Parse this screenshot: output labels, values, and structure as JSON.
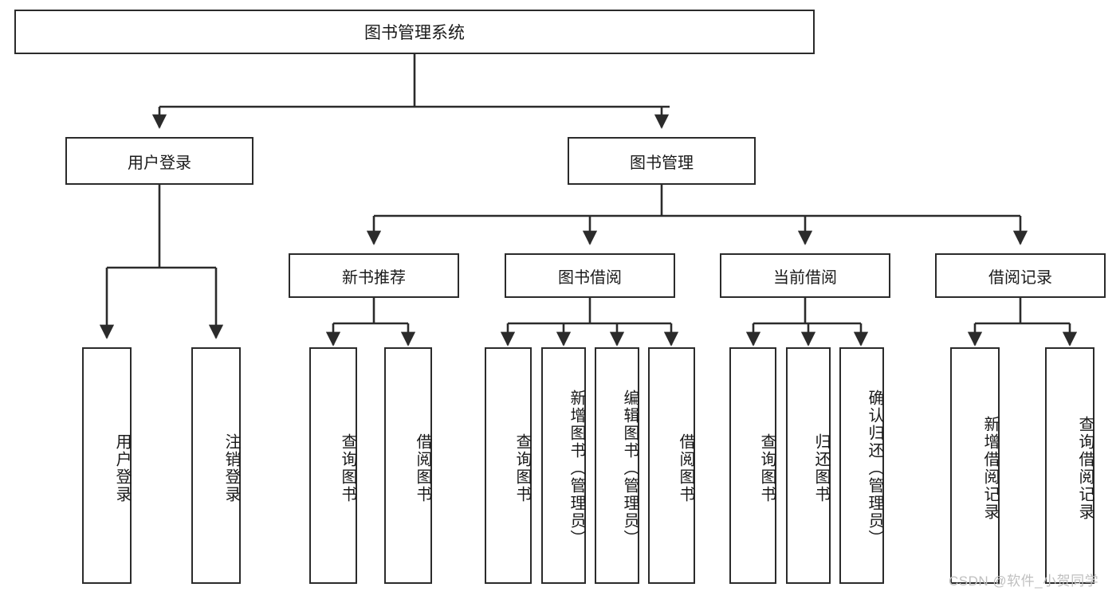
{
  "diagram": {
    "type": "tree",
    "title": "图书管理系统",
    "stroke_color": "#2b2b2b",
    "fill_color": "#ffffff",
    "text_color": "#1a1a1a",
    "nodes": {
      "root": {
        "label": "图书管理系统"
      },
      "level1": [
        {
          "label": "用户登录"
        },
        {
          "label": "图书管理"
        }
      ],
      "level2": [
        {
          "label": "新书推荐"
        },
        {
          "label": "图书借阅"
        },
        {
          "label": "当前借阅"
        },
        {
          "label": "借阅记录"
        }
      ],
      "leaves": {
        "user_login": [
          {
            "label": "用户登录"
          },
          {
            "label": "注销登录"
          }
        ],
        "new_book": [
          {
            "label": "查询图书"
          },
          {
            "label": "借阅图书"
          }
        ],
        "book_borrow": [
          {
            "label": "查询图书"
          },
          {
            "label": "新增图书（管理员）"
          },
          {
            "label": "编辑图书（管理员）"
          },
          {
            "label": "借阅图书"
          }
        ],
        "current_borrow": [
          {
            "label": "查询图书"
          },
          {
            "label": "归还图书"
          },
          {
            "label": "确认归还（管理员）"
          }
        ],
        "borrow_record": [
          {
            "label": "新增借阅记录"
          },
          {
            "label": "查询借阅记录"
          }
        ]
      }
    }
  },
  "watermark": {
    "text": "CSDN @软件_小贺同学",
    "color": "#bfbfbf"
  }
}
